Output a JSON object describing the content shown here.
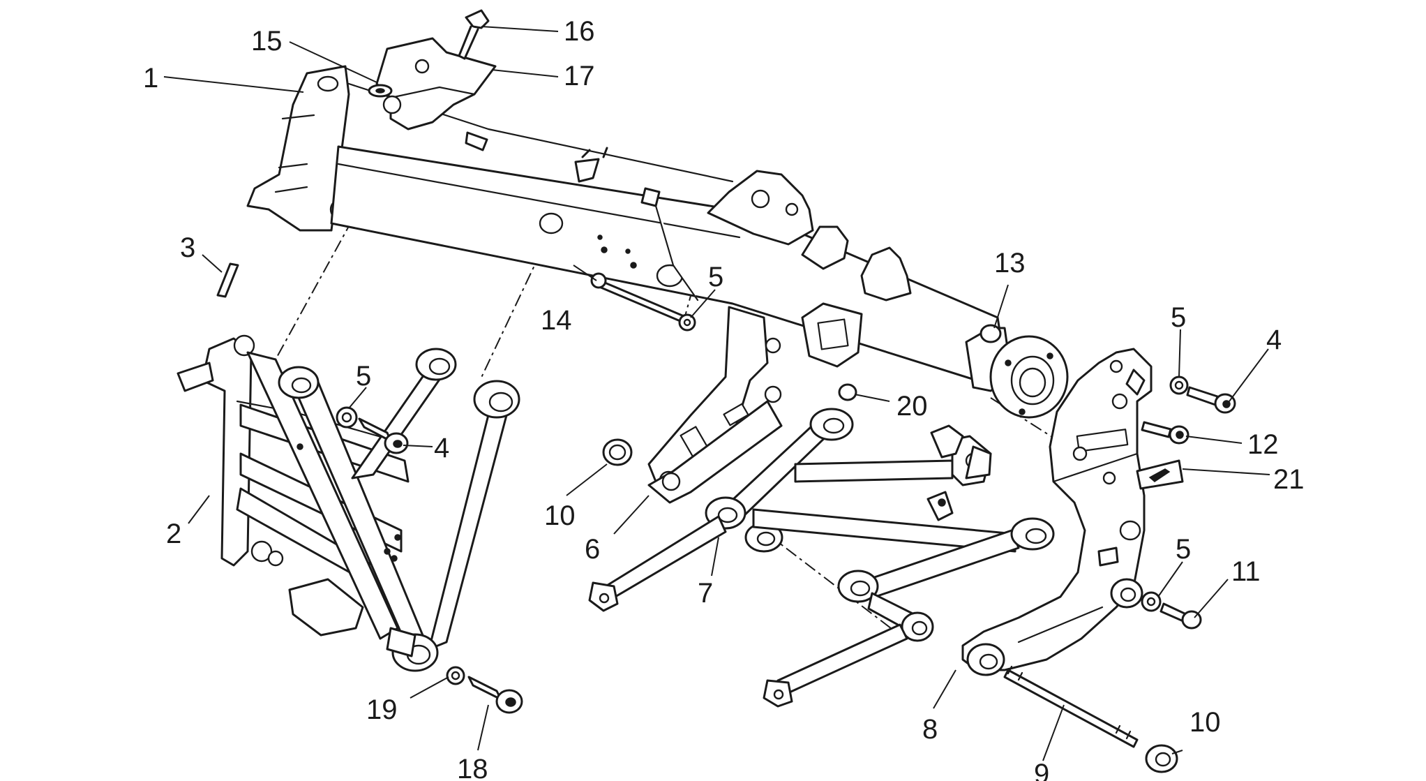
{
  "callouts": [
    {
      "id": "c1",
      "text": "1"
    },
    {
      "id": "c2",
      "text": "2"
    },
    {
      "id": "c3",
      "text": "3"
    },
    {
      "id": "c4a",
      "text": "4"
    },
    {
      "id": "c4b",
      "text": "4"
    },
    {
      "id": "c5a",
      "text": "5"
    },
    {
      "id": "c5b",
      "text": "5"
    },
    {
      "id": "c5c",
      "text": "5"
    },
    {
      "id": "c5d",
      "text": "5"
    },
    {
      "id": "c6",
      "text": "6"
    },
    {
      "id": "c7",
      "text": "7"
    },
    {
      "id": "c8",
      "text": "8"
    },
    {
      "id": "c9",
      "text": "9"
    },
    {
      "id": "c10a",
      "text": "10"
    },
    {
      "id": "c10b",
      "text": "10"
    },
    {
      "id": "c11",
      "text": "11"
    },
    {
      "id": "c12",
      "text": "12"
    },
    {
      "id": "c13",
      "text": "13"
    },
    {
      "id": "c14",
      "text": "14"
    },
    {
      "id": "c15",
      "text": "15"
    },
    {
      "id": "c16",
      "text": "16"
    },
    {
      "id": "c17",
      "text": "17"
    },
    {
      "id": "c18",
      "text": "18"
    },
    {
      "id": "c19",
      "text": "19"
    },
    {
      "id": "c20",
      "text": "20"
    },
    {
      "id": "c21",
      "text": "21"
    }
  ]
}
